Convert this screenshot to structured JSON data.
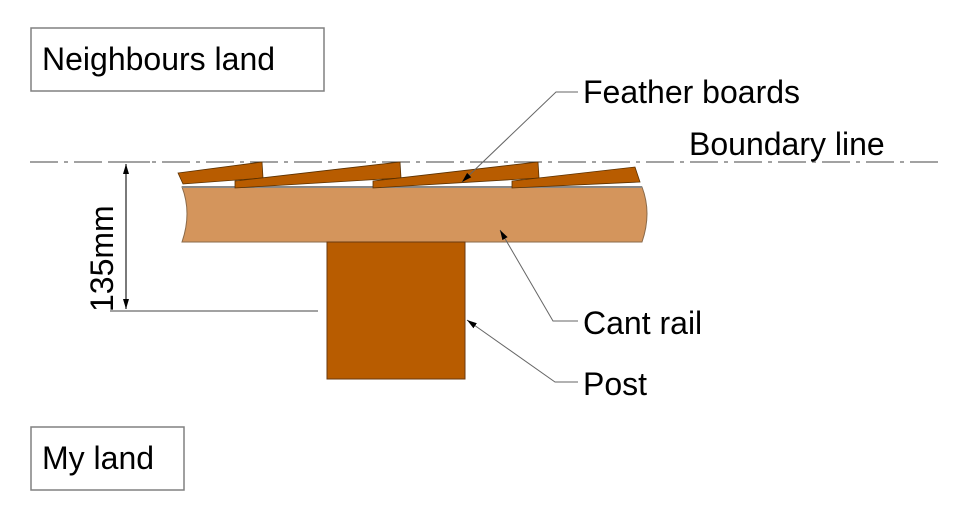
{
  "diagram": {
    "title_boxes": {
      "top": "Neighbours land",
      "bottom": "My land"
    },
    "callouts": {
      "feather_boards": "Feather boards",
      "boundary_line": "Boundary line",
      "cant_rail": "Cant rail",
      "post": "Post"
    },
    "dimension": {
      "label": "135mm"
    },
    "colors": {
      "feather_board": "#b85c00",
      "cant_rail": "#d4955c",
      "post": "#b85c00",
      "outline": "#555555",
      "leader": "#666666"
    }
  }
}
